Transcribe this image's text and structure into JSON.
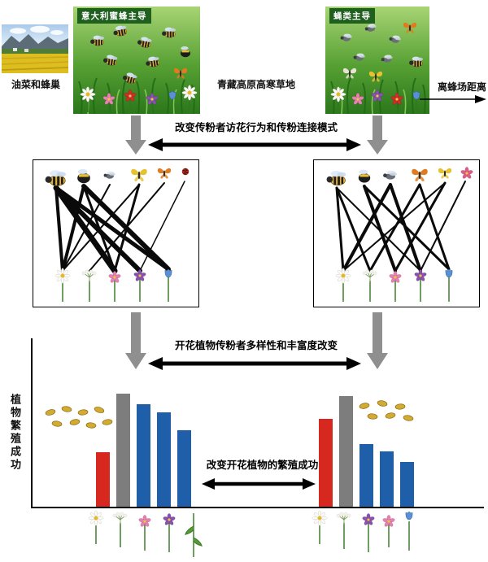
{
  "top": {
    "photo_caption": "油菜和蜂巢",
    "left_panel_label": "意大利蜜蜂主导",
    "right_panel_label": "蝇类主导",
    "center_caption": "青藏高原高寒草地",
    "distance_label": "离蜂场距离"
  },
  "annotations": {
    "behavior": "改变传粉者访花行为和传粉连接模式",
    "diversity": "开花植物传粉者多样性和丰富度改变",
    "reproduction": "改变开花植物的繁殖成功"
  },
  "icons": [
    "bee-icon",
    "bumblebee-icon",
    "fly-icon",
    "butterfly-icon",
    "ladybug-icon",
    "daisy-icon",
    "umbel-flower-icon",
    "pink-flower-icon",
    "purple-flower-icon",
    "blue-flower-icon",
    "seed-icon",
    "down-block-arrow",
    "double-headed-arrow"
  ],
  "chart_data": {
    "type": "bar",
    "title": "",
    "xlabel": "",
    "ylabel": "植物繁殖成功",
    "grid": false,
    "legend_position": "none",
    "colors": {
      "red": "#d6281e",
      "gray": "#7d7d7d",
      "blue": "#1f5ea8"
    },
    "note": "relative bar heights (no numeric axis shown in figure), two groups = near vs far from apiary",
    "groups": [
      {
        "name": "left",
        "bars": [
          {
            "color": "red",
            "value": 0.47
          },
          {
            "color": "gray",
            "value": 0.98
          },
          {
            "color": "blue",
            "value": 0.89
          },
          {
            "color": "blue",
            "value": 0.82
          },
          {
            "color": "blue",
            "value": 0.66
          }
        ]
      },
      {
        "name": "right",
        "bars": [
          {
            "color": "red",
            "value": 0.76
          },
          {
            "color": "gray",
            "value": 0.96
          },
          {
            "color": "blue",
            "value": 0.54
          },
          {
            "color": "blue",
            "value": 0.48
          },
          {
            "color": "blue",
            "value": 0.39
          }
        ]
      }
    ]
  }
}
